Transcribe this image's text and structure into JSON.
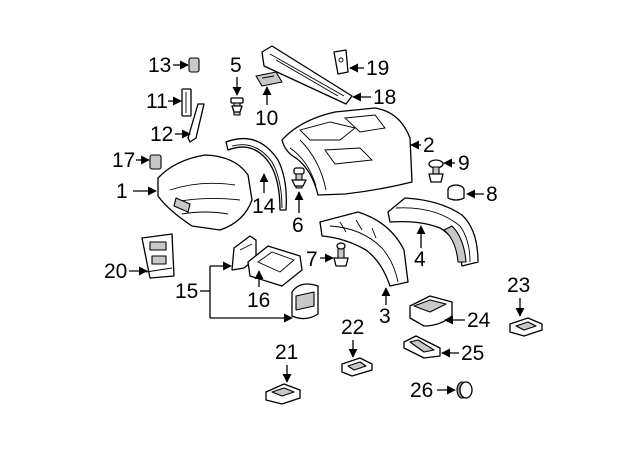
{
  "callouts": {
    "c1": "1",
    "c2": "2",
    "c3": "3",
    "c4": "4",
    "c5": "5",
    "c6": "6",
    "c7": "7",
    "c8": "8",
    "c9": "9",
    "c10": "10",
    "c11": "11",
    "c12": "12",
    "c13": "13",
    "c14": "14",
    "c15": "15",
    "c16": "16",
    "c17": "17",
    "c18": "18",
    "c19": "19",
    "c20": "20",
    "c21": "21",
    "c22": "22",
    "c23": "23",
    "c24": "24",
    "c25": "25",
    "c26": "26"
  },
  "colors": {
    "line": "#000000",
    "fill": "#ffffff",
    "shade": "#c8c8c8"
  }
}
